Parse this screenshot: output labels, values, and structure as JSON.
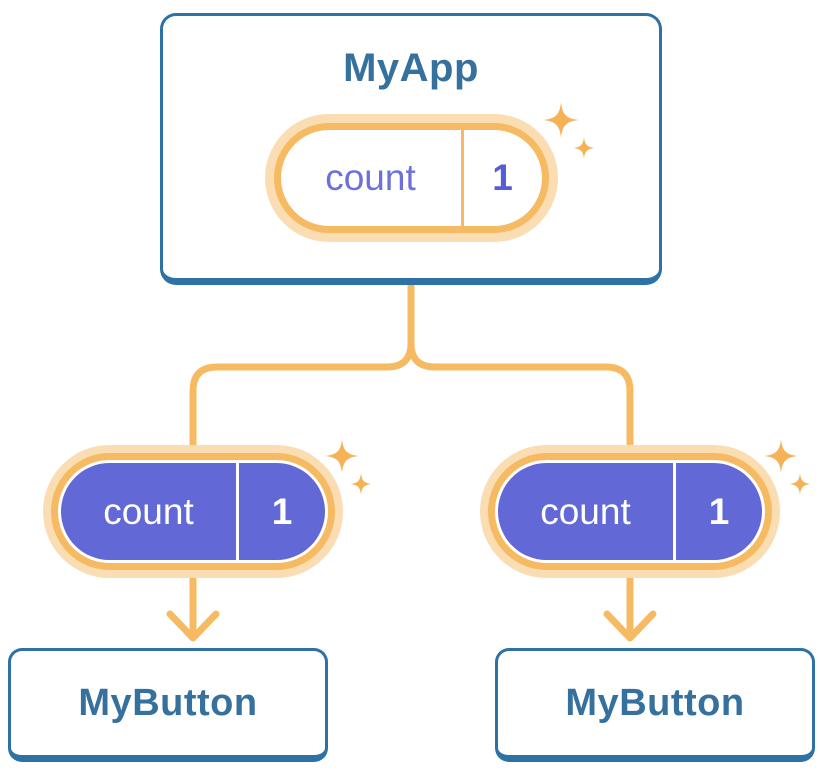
{
  "root_card": {
    "title": "MyApp"
  },
  "root_pill": {
    "label": "count",
    "value": "1"
  },
  "left_pill": {
    "label": "count",
    "value": "1"
  },
  "right_pill": {
    "label": "count",
    "value": "1"
  },
  "left_card": {
    "title": "MyButton"
  },
  "right_card": {
    "title": "MyButton"
  },
  "icons": {
    "decoration": "sparkle-icon"
  },
  "colors": {
    "card_border": "#2E71A5",
    "card_text": "#36719E",
    "connector_orange": "#F6BB62",
    "peach_ring": "#FBDDB3",
    "purple_fill": "#6269D6",
    "purple_label": "#6B70DB",
    "purple_value": "#555CD8",
    "sparkle": "#F5B257",
    "background": "#FFFFFF"
  }
}
